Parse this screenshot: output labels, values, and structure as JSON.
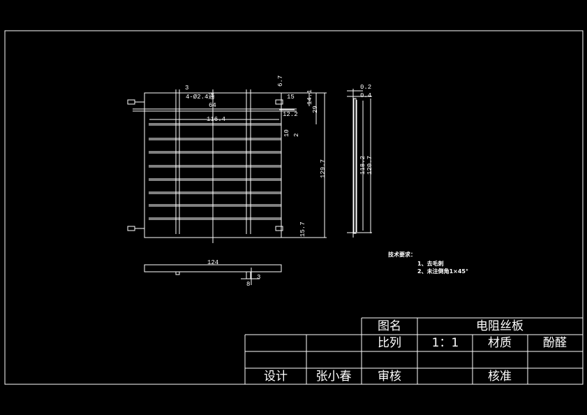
{
  "drawing": {
    "dimensions_front": [
      "3",
      "4-Ø2.4通",
      "64",
      "6.7",
      "15",
      "14.1",
      "29",
      "12.2",
      "116.4",
      "10",
      "2",
      "129.7",
      "15.7"
    ],
    "dimensions_side": [
      "0.2",
      "0.4",
      "118.2",
      "120.7"
    ],
    "dimensions_bottom": [
      "124",
      "3",
      "8"
    ]
  },
  "tech_requirements": {
    "title": "技术要求：",
    "items": [
      "1、去毛刺",
      "2、未注倒角1×45°"
    ]
  },
  "title_block": {
    "drawing_name_label": "图名",
    "drawing_name": "电阻丝板",
    "scale_label": "比列",
    "scale": "1：1",
    "material_label": "材质",
    "material": "酚醛",
    "designer_label": "设计",
    "designer": "张小春",
    "review_label": "审核",
    "approve_label": "核准"
  },
  "colors": {
    "background": "#000000",
    "lines": "#ffffff"
  }
}
